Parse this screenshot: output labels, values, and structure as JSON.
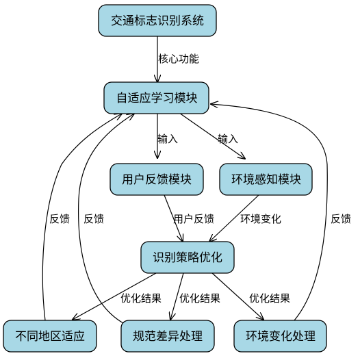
{
  "nodes": {
    "system": "交通标志识别系统",
    "adaptive": "自适应学习模块",
    "user_feedback": "用户反馈模块",
    "env_sense": "环境感知模块",
    "optimize": "识别策略优化",
    "region": "不同地区适应",
    "norm_diff": "规范差异处理",
    "env_change": "环境变化处理"
  },
  "edges": {
    "core_function": "核心功能",
    "input_user": "输入",
    "input_env": "输入",
    "user_feedback": "用户反馈",
    "env_change": "环境变化",
    "result_region": "优化结果",
    "result_norm": "优化结果",
    "result_env": "优化结果",
    "feedback_region": "反馈",
    "feedback_norm": "反馈",
    "feedback_env": "反馈"
  },
  "colors": {
    "node_fill": "#a8d8e6",
    "line": "#000000"
  }
}
